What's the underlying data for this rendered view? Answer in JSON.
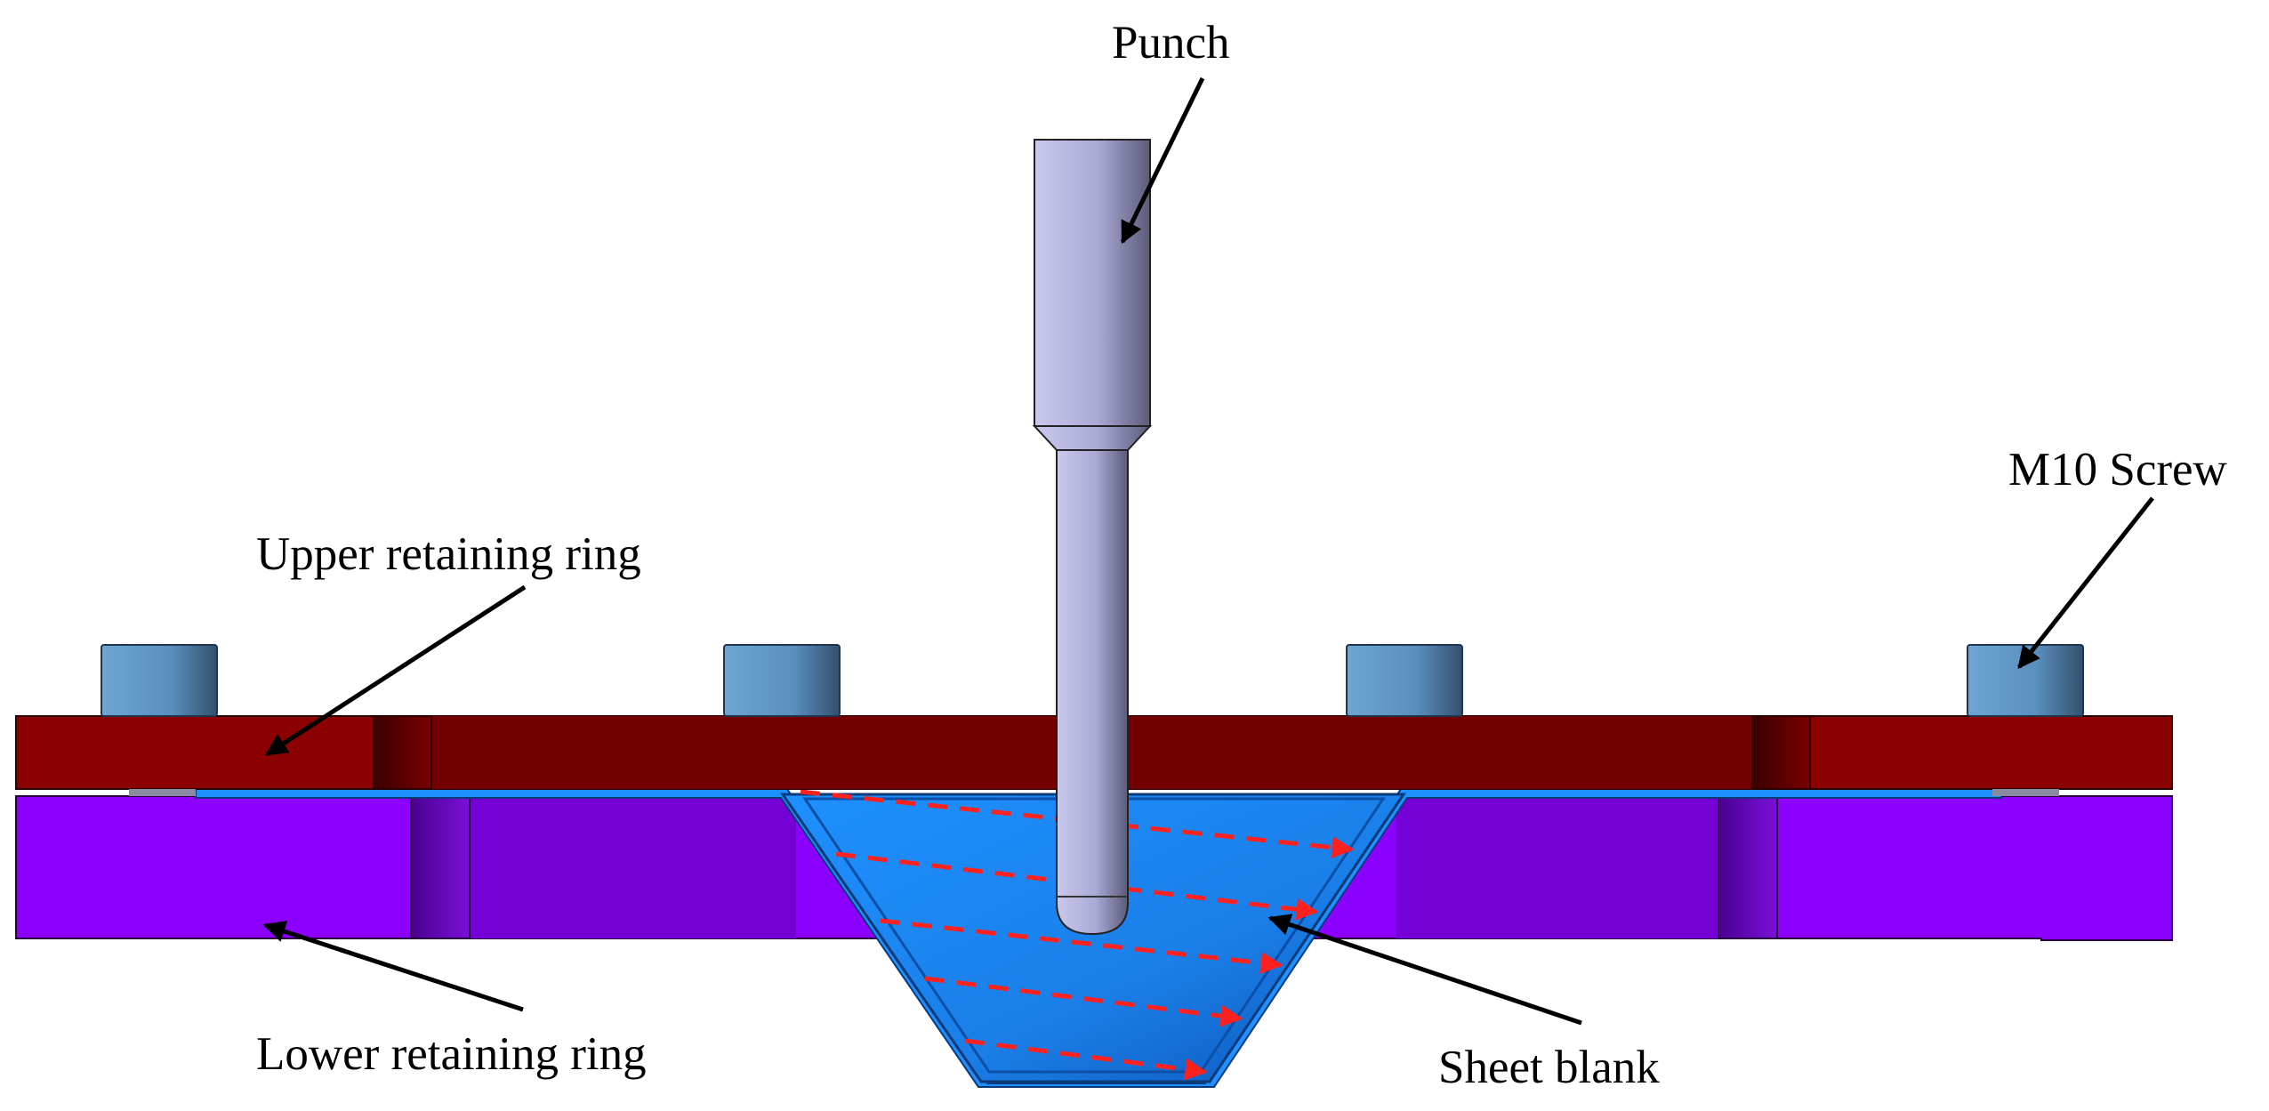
{
  "labels": {
    "punch": "Punch",
    "screw": "M10 Screw",
    "upper_ring": "Upper retaining ring",
    "lower_ring": "Lower retaining ring",
    "sheet_blank": "Sheet blank"
  },
  "colors": {
    "upper_ring": "#8b0000",
    "upper_ring_dark": "#6d0000",
    "lower_ring": "#8b00ff",
    "lower_ring_dark": "#7000cc",
    "sheet_blank": "#1e90ff",
    "punch": "#b4b4dc",
    "screw": "#5f93c1",
    "toolpath": "#ff2020",
    "arrow": "#000000"
  },
  "icons": {
    "screws": [
      "screw-icon",
      "screw-icon",
      "screw-icon",
      "screw-icon"
    ],
    "toolpath": "dashed-red-arrows"
  }
}
